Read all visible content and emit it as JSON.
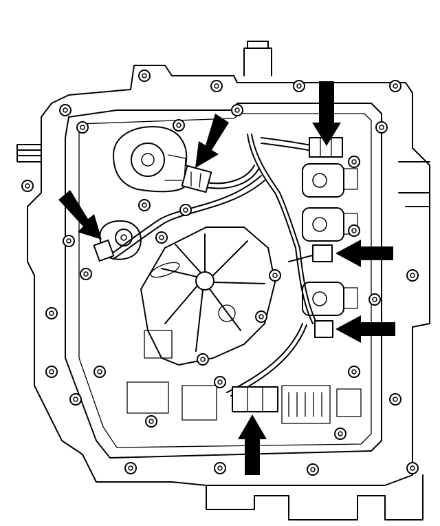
{
  "diagram": {
    "subject": "transmission-valve-body-solenoid-harness-connectors",
    "callout_arrows": [
      "arrow-down-upper-right",
      "arrow-down-upper-center",
      "arrow-down-left",
      "arrow-left-middle",
      "arrow-left-lower",
      "arrow-up-bottom"
    ],
    "colors": {
      "line": "#000000",
      "background": "#ffffff"
    }
  }
}
